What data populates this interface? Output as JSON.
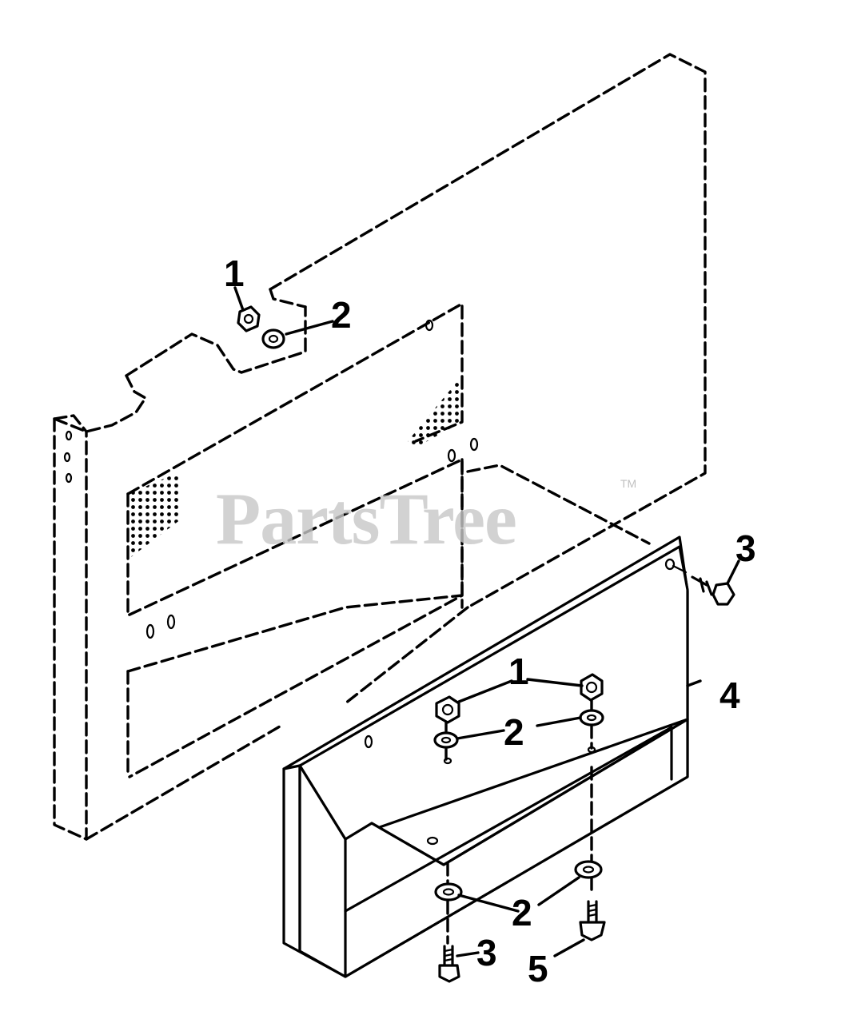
{
  "watermark": {
    "text": "PartsTree",
    "trademark": "TM"
  },
  "callouts": {
    "c1_top": "1",
    "c2_top": "2",
    "c3_right": "3",
    "c4": "4",
    "c1_mid": "1",
    "c2_mid": "2",
    "c2_bottom": "2",
    "c3_bottom": "3",
    "c5": "5"
  },
  "parts_legend": [
    {
      "ref": "1",
      "part": "nut"
    },
    {
      "ref": "2",
      "part": "washer"
    },
    {
      "ref": "3",
      "part": "bolt"
    },
    {
      "ref": "4",
      "part": "bracket"
    },
    {
      "ref": "5",
      "part": "screw"
    }
  ]
}
